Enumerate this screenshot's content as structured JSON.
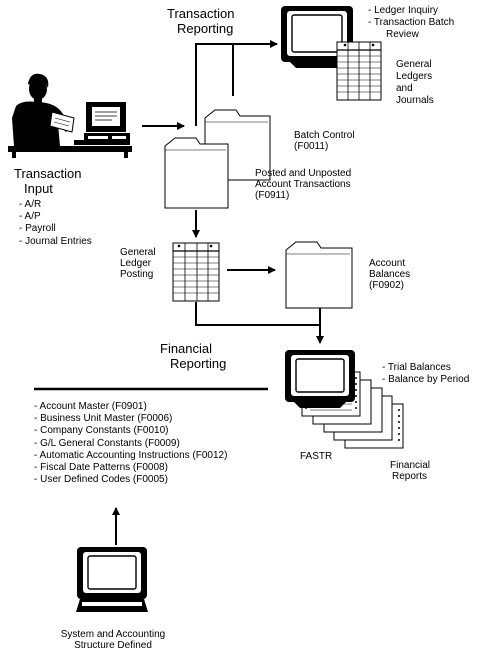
{
  "transaction_input": {
    "title_line1": "Transaction",
    "title_line2": "Input",
    "items": [
      "- A/R",
      "- A/P",
      "- Payroll",
      "- Journal Entries"
    ]
  },
  "transaction_reporting": {
    "title_line1": "Transaction",
    "title_line2": "Reporting",
    "items": [
      "- Ledger Inquiry",
      "- Transaction Batch",
      "Review"
    ]
  },
  "general_ledgers_journals": [
    "General",
    "Ledgers",
    "and",
    "Journals"
  ],
  "batch_control": [
    "Batch Control",
    "(F0011)"
  ],
  "posted_unposted": [
    "Posted and Unposted",
    "Account Transactions",
    "(F0911)"
  ],
  "gl_posting": [
    "General",
    "Ledger",
    "Posting"
  ],
  "account_balances": [
    "Account",
    "Balances",
    "(F0902)"
  ],
  "financial_reporting": {
    "title_line1": "Financial",
    "title_line2": "Reporting",
    "items": [
      "- Trial Balances",
      "- Balance by Period"
    ]
  },
  "fastr": "FASTR",
  "financial_reports": [
    "Financial",
    "Reports"
  ],
  "setup_items": [
    "- Account Master (F0901)",
    "- Business Unit Master (F0006)",
    "- Company Constants (F0010)",
    "- G/L General Constants (F0009)",
    "- Automatic Accounting Instructions (F0012)",
    "- Fiscal Date Patterns (F0008)",
    "- User Defined Codes (F0005)"
  ],
  "system_structure": [
    "System and Accounting",
    "Structure Defined"
  ]
}
